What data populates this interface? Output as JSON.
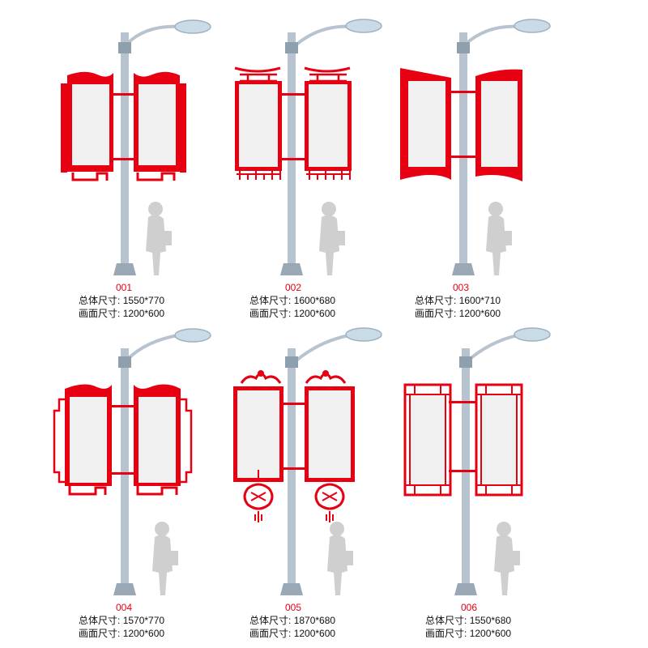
{
  "accent_color": "#e60012",
  "panel_color": "#f0f0f0",
  "pole_color": "#b7c3ce",
  "items": [
    {
      "code": "001",
      "overall_label": "总体尺寸:",
      "overall_value": "1550*770",
      "screen_label": "画面尺寸:",
      "screen_value": "1200*600",
      "style": "wave-fret"
    },
    {
      "code": "002",
      "overall_label": "总体尺寸:",
      "overall_value": "1600*680",
      "screen_label": "画面尺寸:",
      "screen_value": "1200*600",
      "style": "roof-lattice"
    },
    {
      "code": "003",
      "overall_label": "总体尺寸:",
      "overall_value": "1600*710",
      "screen_label": "画面尺寸:",
      "screen_value": "1200*600",
      "style": "flag-wave"
    },
    {
      "code": "004",
      "overall_label": "总体尺寸:",
      "overall_value": "1570*770",
      "screen_label": "画面尺寸:",
      "screen_value": "1200*600",
      "style": "wave-outline-fret"
    },
    {
      "code": "005",
      "overall_label": "总体尺寸:",
      "overall_value": "1870*680",
      "screen_label": "画面尺寸:",
      "screen_value": "1200*600",
      "style": "scroll-knot"
    },
    {
      "code": "006",
      "overall_label": "总体尺寸:",
      "overall_value": "1550*680",
      "screen_label": "画面尺寸:",
      "screen_value": "1200*600",
      "style": "fret-corners"
    }
  ]
}
